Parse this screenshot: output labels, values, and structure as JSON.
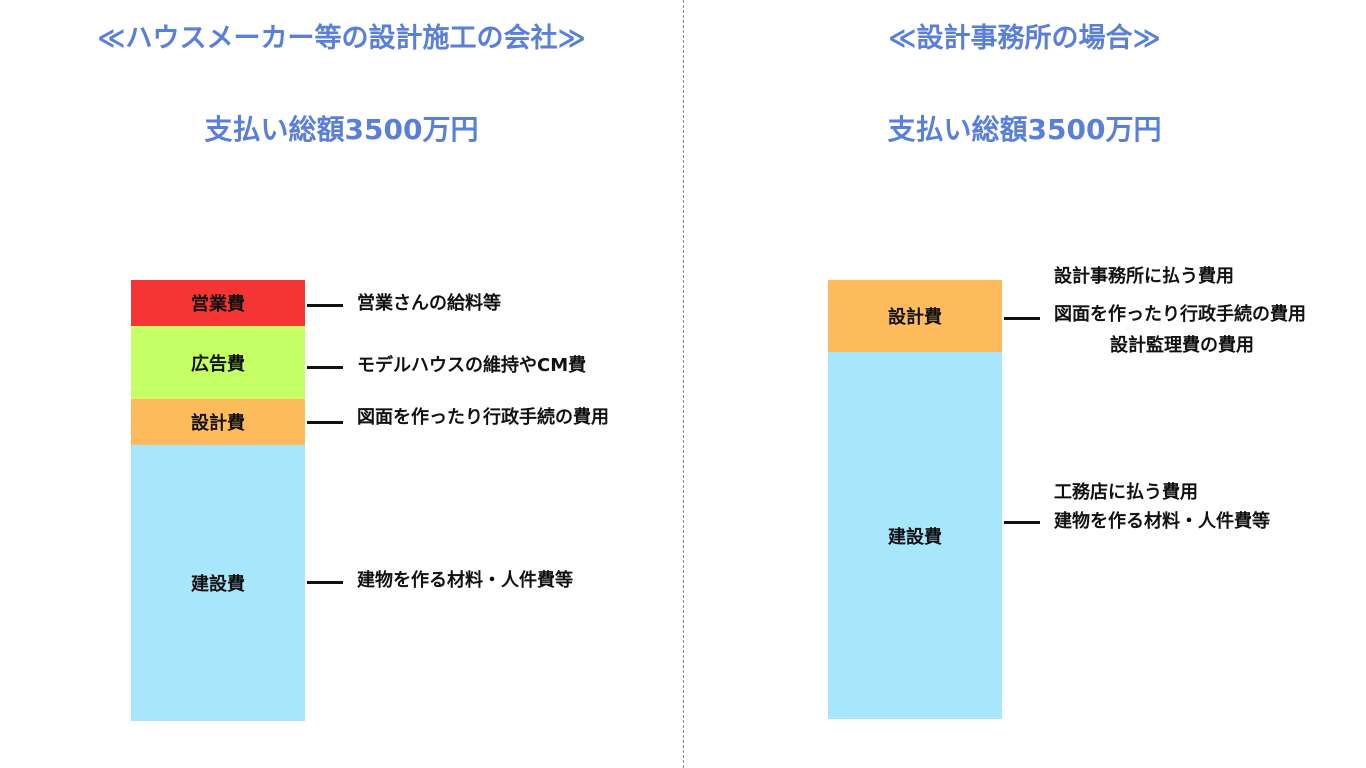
{
  "left_panel": {
    "title": "≪ハウスメーカー等の設計施工の会社≫",
    "total": "支払い総額3500万円",
    "segments": [
      {
        "label": "営業費",
        "color": "#f53434",
        "description": "営業さんの給料等"
      },
      {
        "label": "広告費",
        "color": "#c4ff66",
        "description": "モデルハウスの維持やCM費"
      },
      {
        "label": "設計費",
        "color": "#fdbb5b",
        "description": "図面を作ったり行政手続の費用"
      },
      {
        "label": "建設費",
        "color": "#a8e6fc",
        "description": "建物を作る材料・人件費等"
      }
    ]
  },
  "right_panel": {
    "title": "≪設計事務所の場合≫",
    "total": "支払い総額3500万円",
    "segments": [
      {
        "label": "設計費",
        "color": "#fdbb5b",
        "description_lines": [
          "設計事務所に払う費用",
          "図面を作ったり行政手続の費用",
          "設計監理費の費用"
        ]
      },
      {
        "label": "建設費",
        "color": "#a8e6fc",
        "description_lines": [
          "工務店に払う費用",
          "建物を作る材料・人件費等"
        ]
      }
    ]
  }
}
